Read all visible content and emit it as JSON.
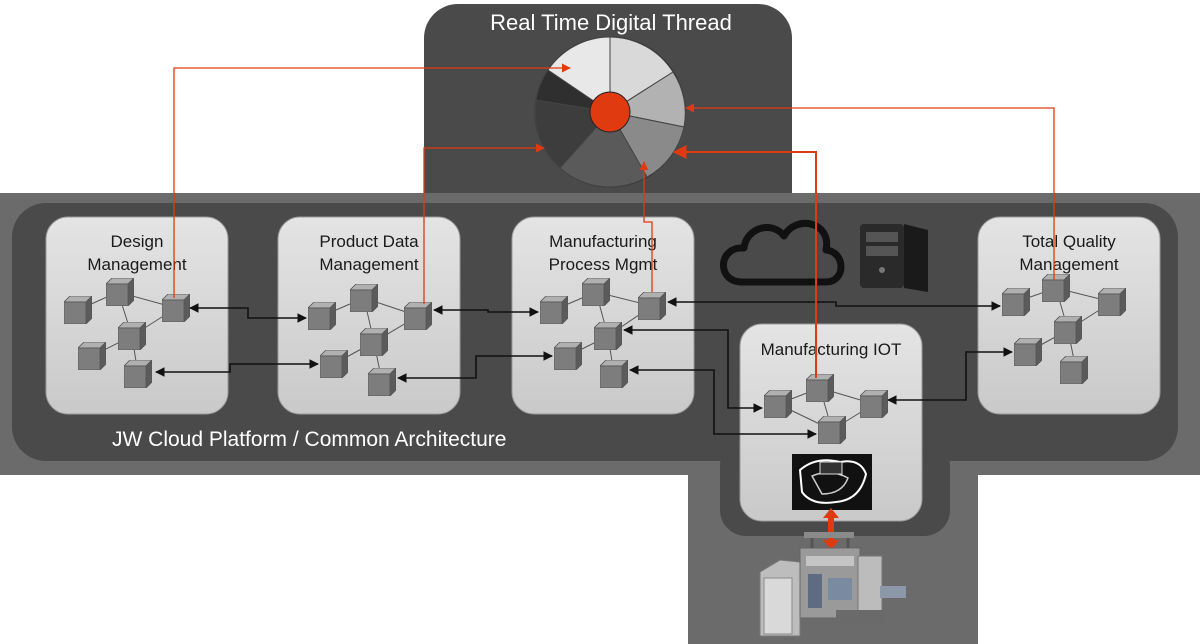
{
  "diagram": {
    "title": "Real Time Digital Thread",
    "platform_label": "JW Cloud Platform / Common Architecture",
    "modules": {
      "design": {
        "line1": "Design",
        "line2": "Management"
      },
      "pdm": {
        "line1": "Product Data",
        "line2": "Management"
      },
      "mpm": {
        "line1": "Manufacturing",
        "line2": "Process Mgmt"
      },
      "iot": {
        "line1": "Manufacturing IOT"
      },
      "tqm": {
        "line1": "Total Quality",
        "line2": "Management"
      }
    },
    "icons": [
      "cloud-icon",
      "server-icon",
      "digital-thread-wheel-icon",
      "cube-icon",
      "machine-image",
      "camera-feed-image"
    ],
    "colors": {
      "accent": "#e03a10",
      "platform_outer": "#6b6b6b",
      "platform_inner": "#4a4a4a",
      "module_box": "#d6d6d6",
      "cube": "#7a7a7a"
    }
  }
}
